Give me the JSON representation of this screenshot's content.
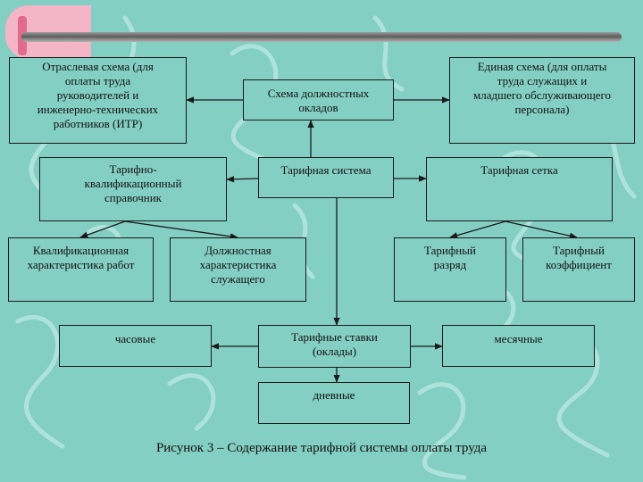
{
  "nodes": {
    "otraslevaya": "Отраслевая схема (для\nоплаты труда\nруководителей и\nинженерно-технических\nработников (ИТР)",
    "skhema_okladov": "Схема должностных\nокладов",
    "edinaya": "Единая схема (для оплаты\nтруда служащих и\nмладшего обслуживающего\nперсонала)",
    "spravochnik": "Тарифно-\nквалификационный\nсправочник",
    "tarifnaya_sistema": "Тарифная система",
    "tarifnaya_setka": "Тарифная сетка",
    "kval_harakteristika": "Квалификационная\nхарактеристика работ",
    "dolzhn_harakteristika": "Должностная\nхарактеристика\nслужащего",
    "tarifny_razryad": "Тарифный\nразряд",
    "tarifny_koef": "Тарифный\nкоэффициент",
    "chasovye": "часовые",
    "tarifnye_stavki": "Тарифные ставки\n(оклады)",
    "mesyachnye": "месячные",
    "dnevnye": "дневные"
  },
  "caption": "Рисунок 3 – Содержание тарифной системы оплаты труда",
  "colors": {
    "background": "#84cfc4",
    "curves": "#aee3dc",
    "border": "#1a1a1a",
    "tab": "#f4b5c7",
    "tab_accent": "#e06b8f"
  }
}
